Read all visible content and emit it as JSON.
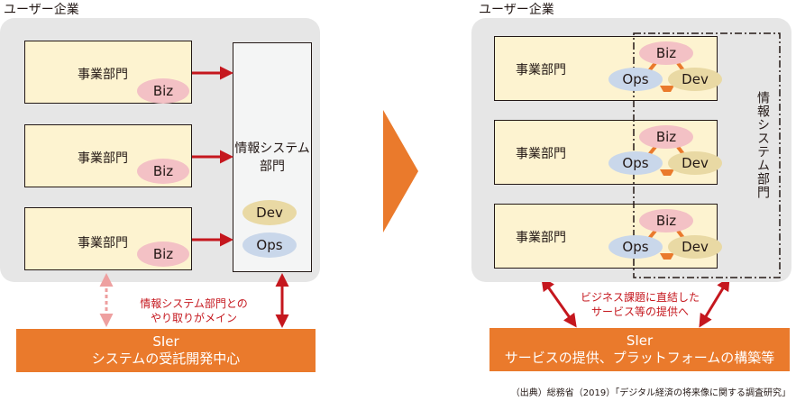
{
  "left": {
    "company_label": "ユーザー企業",
    "departments": [
      {
        "label": "事業部門",
        "tag": "Biz"
      },
      {
        "label": "事業部門",
        "tag": "Biz"
      },
      {
        "label": "事業部門",
        "tag": "Biz"
      }
    ],
    "is_dept": {
      "line1": "情報システム",
      "line2": "部門",
      "dev": "Dev",
      "ops": "Ops"
    },
    "note": {
      "line1": "情報システム部門との",
      "line2": "やり取りがメイン"
    },
    "sier": {
      "title": "SIer",
      "subtitle": "システムの受託開発中心"
    }
  },
  "right": {
    "company_label": "ユーザー企業",
    "departments": [
      {
        "label": "事業部門",
        "biz": "Biz",
        "ops": "Ops",
        "dev": "Dev"
      },
      {
        "label": "事業部門",
        "biz": "Biz",
        "ops": "Ops",
        "dev": "Dev"
      },
      {
        "label": "事業部門",
        "biz": "Biz",
        "ops": "Ops",
        "dev": "Dev"
      }
    ],
    "is_dept_vertical": "情報システム部門",
    "note": {
      "line1": "ビジネス課題に直結した",
      "line2": "サービス等の提供へ"
    },
    "sier": {
      "title": "SIer",
      "subtitle": "サービスの提供、プラットフォームの構築等"
    }
  },
  "source": "（出典）総務省（2019）「デジタル経済の将来像に関する調査研究」",
  "colors": {
    "arrow_red": "#c5171e",
    "orange": "#ea7a2c",
    "panel_gray": "#e6e6e6",
    "box_cream": "#fdf3d0"
  }
}
